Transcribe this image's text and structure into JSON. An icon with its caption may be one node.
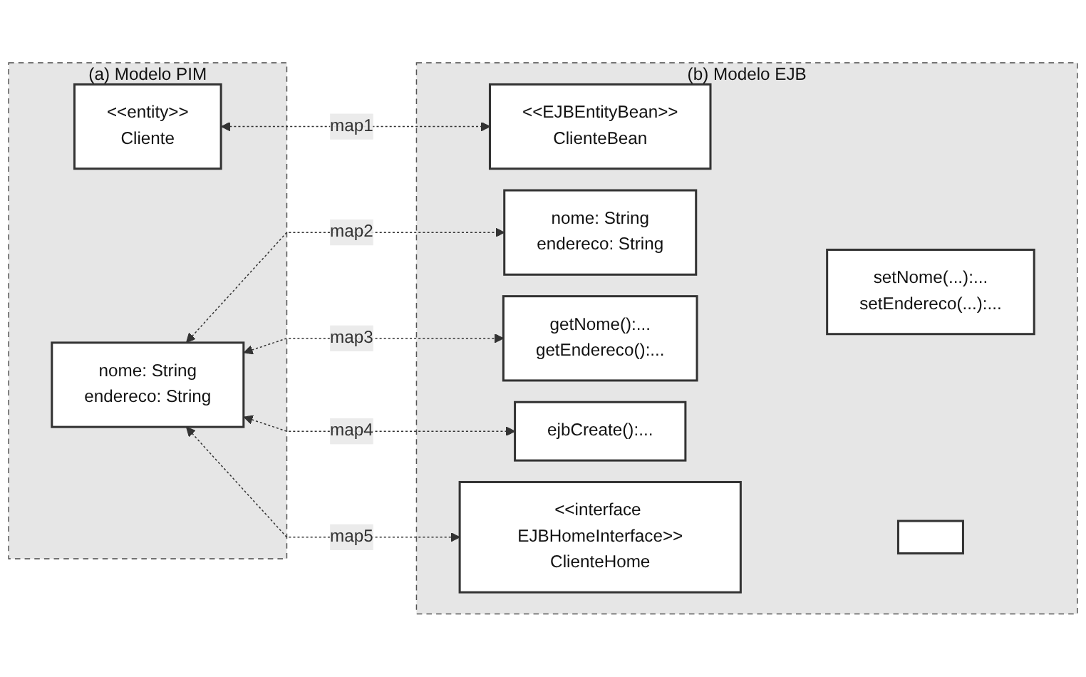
{
  "diagram": {
    "nodes": [
      {
        "text": [
          "(a) Modelo PIM"
        ]
      },
      {
        "text": [
          "<<entity>>",
          "Cliente"
        ],
        "in": 0
      },
      {
        "text": [
          "nome: String",
          "endereco: String"
        ],
        "in": 0
      },
      {
        "text": [
          "(b) Modelo EJB"
        ]
      },
      {
        "text": [
          "<<EJBEntityBean>>",
          "ClienteBean"
        ],
        "in": 3
      },
      {
        "text": [
          "nome: String",
          "endereco: String"
        ],
        "in": 3
      },
      {
        "text": [
          "getNome():...",
          "getEndereco():..."
        ],
        "in": 3
      },
      {
        "text": [
          "setNome(...):...",
          "setEndereco(...):..."
        ],
        "in": 3
      },
      {
        "text": [
          "ejbCreate():..."
        ],
        "in": 3
      },
      {
        "text": [
          "<<interface EJBHomeInterface>>",
          "ClienteHome"
        ],
        "in": 3
      },
      {
        "text": [],
        "shape": "box",
        "in": 3
      }
    ],
    "edges": [
      {
        "from": 1,
        "to": 4,
        "arrow": "both",
        "label": "map1",
        "style": "dashed"
      },
      {
        "from": 2,
        "to": 5,
        "arrow": "both",
        "label": "map2",
        "style": "dashed"
      },
      {
        "from": 2,
        "to": 6,
        "arrow": "both",
        "label": "map3",
        "style": "dashed"
      },
      {
        "from": 2,
        "to": 8,
        "arrow": "both",
        "label": "map4",
        "style": "dashed"
      },
      {
        "from": 2,
        "to": 9,
        "arrow": "both",
        "label": "map5",
        "style": "dashed"
      }
    ]
  }
}
